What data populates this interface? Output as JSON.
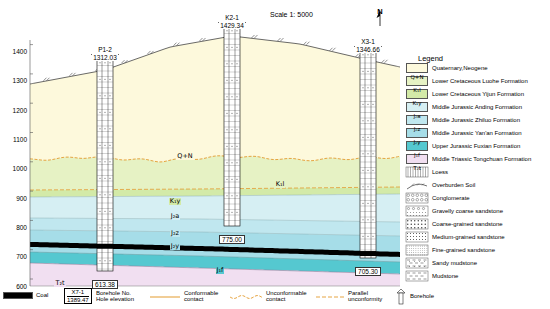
{
  "diagram": {
    "nodes": [
      {
        "text": [
          "P1-2",
          "1312.03",
          "613.38"
        ]
      },
      {
        "text": [
          "K2-1",
          "1429.34",
          "775.00"
        ]
      },
      {
        "text": [
          "X3-1",
          "1346.66",
          "705.30"
        ]
      },
      {
        "text": [
          "X7-1",
          "1389.47"
        ]
      }
    ],
    "labels": [
      "Scale 1: 5000",
      "N",
      "Legend",
      "1400",
      "1300",
      "1200",
      "1100",
      "1000",
      "900",
      "800",
      "700",
      "600",
      "Q+N",
      "K₁l",
      "K₁y",
      "J₂a",
      "J₂z",
      "J₂y",
      "J₁f",
      "T₂t",
      "Q+N",
      "K₁l",
      "K₁y",
      "J₂a",
      "J₂z",
      "J₂y",
      "J₁f",
      "T₂t"
    ],
    "legend": [
      {
        "text": "Quaternary,Neogene",
        "color": "#fdf9dc"
      },
      {
        "text": "Lower Cretaceous Luohe Formation",
        "color": "#e6f2c4"
      },
      {
        "text": "Lower Cretaceous Yijun Formation",
        "color": "#d3eaa8"
      },
      {
        "text": "Middle Jurassic Anding Formation",
        "color": "#d6eff3"
      },
      {
        "text": "Middle Jurassic Zhiluo Formation",
        "color": "#c0e7ef"
      },
      {
        "text": "Middle Jurassic Yan'an Formation",
        "color": "#a6dde8"
      },
      {
        "text": "Upper Jurassic Fuxian Formation",
        "color": "#55c8d0"
      },
      {
        "text": "Middle Triassic Tongchuan Formation",
        "color": "#f1dff1"
      },
      {
        "text": "Loess"
      },
      {
        "text": "Overburden Soil"
      },
      {
        "text": "Conglomerate"
      },
      {
        "text": "Gravelly coarse sandstone"
      },
      {
        "text": "Coarse-grained sandstone"
      },
      {
        "text": "Medium-grained sandstone"
      },
      {
        "text": "Fine-grained sandstone"
      },
      {
        "text": "Sandy mudstone"
      },
      {
        "text": "Mudstone"
      },
      {
        "text": "Coal",
        "color": "#000000"
      },
      {
        "text": "Borehole No. Hole elevation"
      },
      {
        "text": "Conformable contact"
      },
      {
        "text": "Unconformable contact"
      },
      {
        "text": "Parallel unconformity"
      },
      {
        "text": "Borehole"
      }
    ]
  }
}
